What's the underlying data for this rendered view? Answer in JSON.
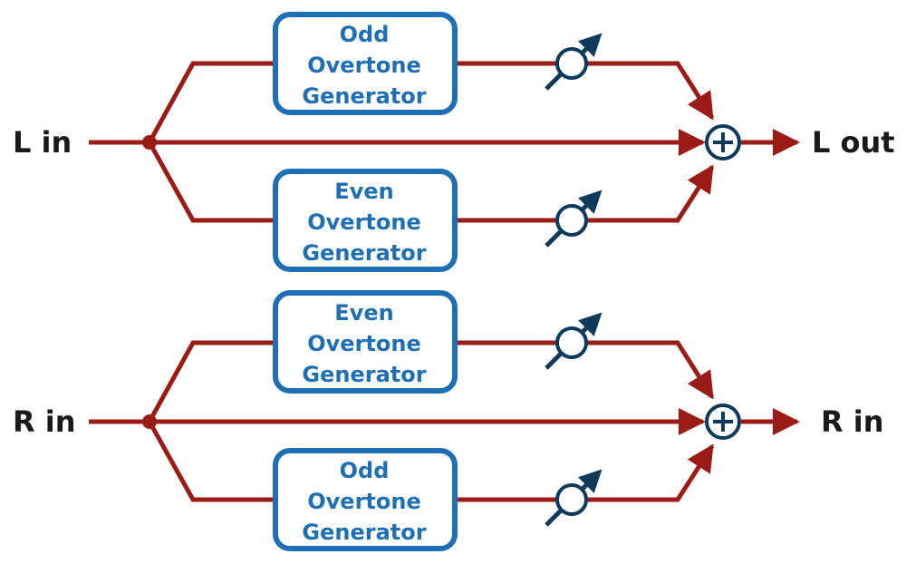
{
  "colors": {
    "signal_line": "#9b1c16",
    "box_border": "#1f6fb5",
    "box_text": "#1f6fb5",
    "control": "#0e3a5c",
    "label_text": "#1a1a1a"
  },
  "channels": [
    {
      "input_label": "L in",
      "output_label": "L out",
      "top_generator": [
        "Odd",
        "Overtone",
        "Generator"
      ],
      "bottom_generator": [
        "Even",
        "Overtone",
        "Generator"
      ]
    },
    {
      "input_label": "R in",
      "output_label": "R in",
      "top_generator": [
        "Even",
        "Overtone",
        "Generator"
      ],
      "bottom_generator": [
        "Odd",
        "Overtone",
        "Generator"
      ]
    }
  ]
}
